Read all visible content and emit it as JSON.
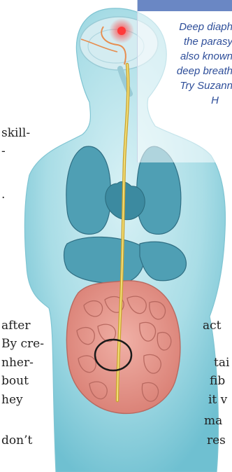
{
  "callout": {
    "accent_color": "#6a87c4",
    "text_color": "#2f4f9a",
    "lines": [
      "Deep diaph",
      "the parasy",
      "also known",
      "deep breath",
      "Try Suzann",
      "H"
    ]
  },
  "left_text": {
    "fragments": [
      "skill-",
      "-",
      ".",
      "after",
      "By cre-",
      "nher-",
      "bout",
      "hey",
      "don’t"
    ]
  },
  "right_text": {
    "fragments": [
      "act",
      "tai",
      "fib",
      "it v",
      "ma",
      "res"
    ]
  },
  "illustration": {
    "body_color": "#8fd0dc",
    "lung_color": "#4f9fb4",
    "intestine_color": "#e6978d",
    "nerve_color": "#e0c54a"
  }
}
